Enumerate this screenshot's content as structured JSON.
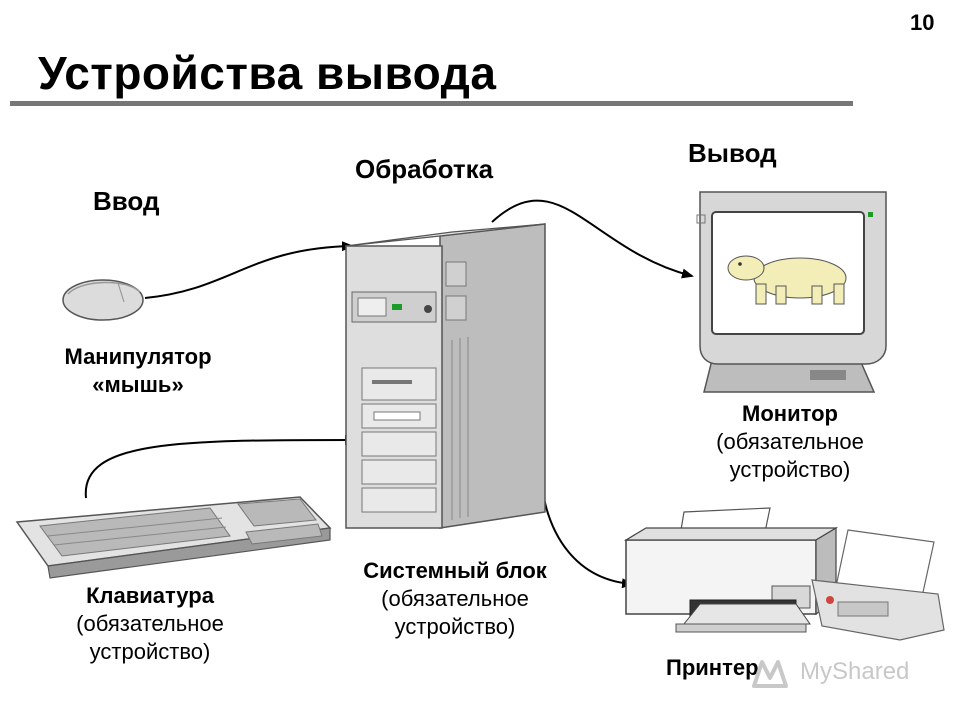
{
  "page_number": "10",
  "title": "Устройства вывода",
  "stages": {
    "input": "Ввод",
    "processing": "Обработка",
    "output": "Вывод"
  },
  "devices": {
    "mouse": {
      "line1": "Манипулятор",
      "line2": "«мышь»"
    },
    "keyboard": {
      "name": "Клавиатура",
      "note_line1": "(обязательное",
      "note_line2": "устройство)"
    },
    "system_unit": {
      "name": "Системный блок",
      "note_line1": "(обязательное",
      "note_line2": "устройство)"
    },
    "monitor": {
      "name": "Монитор",
      "note_line1": "(обязательное",
      "note_line2": "устройство)"
    },
    "printer": {
      "name": "Принтер"
    }
  },
  "watermark": "MyShared",
  "colors": {
    "device_gray": "#d0d0d0",
    "dark_gray": "#555555",
    "screen_bear": "#f3eeb7",
    "accent_green": "#1a9b2a"
  }
}
